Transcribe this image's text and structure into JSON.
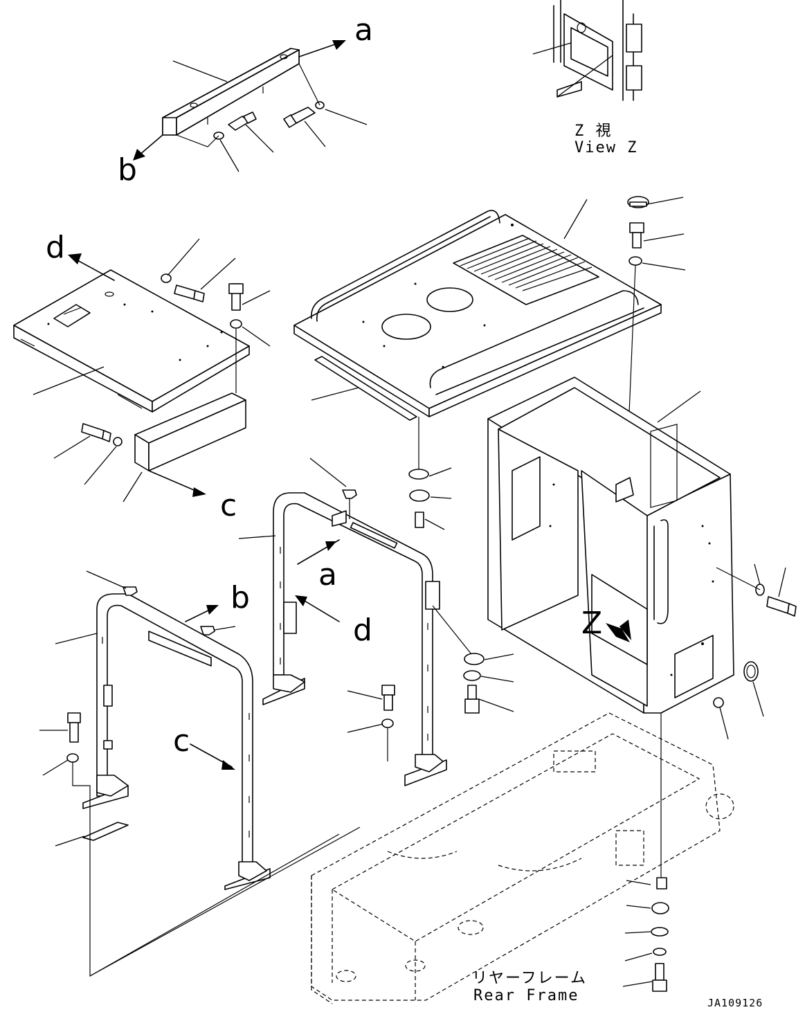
{
  "callouts": {
    "a_top": "a",
    "b_top": "b",
    "d_left": "d",
    "c_mid": "c",
    "a_mid": "a",
    "b_left": "b",
    "d_mid": "d",
    "c_low": "c",
    "z_view_marker": "Z"
  },
  "view_z": {
    "title_jp": "Z 視",
    "title_en": "View Z"
  },
  "rear_frame": {
    "label_jp": "リヤーフレーム",
    "label_en": "Rear Frame"
  },
  "drawing_code": "JA109126"
}
